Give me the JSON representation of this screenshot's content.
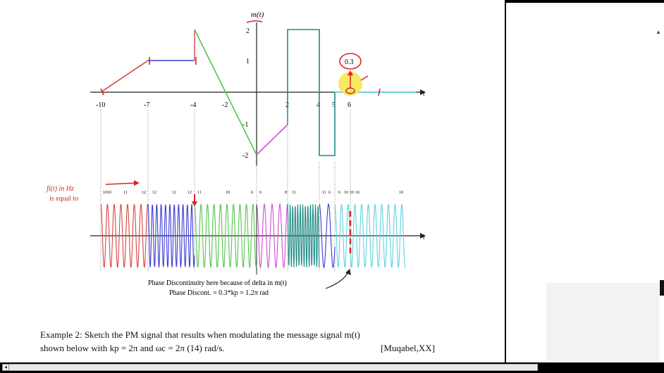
{
  "figure": {
    "y_axis_label": "m(t)",
    "x_axis_label": "t",
    "x_ticks": [
      "-10",
      "-7",
      "-4",
      "-2",
      "2",
      "4",
      "5",
      "6"
    ],
    "y_ticks": [
      "2",
      "1",
      "-1",
      "-2"
    ],
    "circled_value": "0.3",
    "freq_label_line1": "fi(t) in Hz",
    "freq_label_line2": "is equal to",
    "freq_values": [
      "10",
      "10",
      "11",
      "12",
      "12",
      "12",
      "12",
      "11",
      "10",
      "6",
      "6",
      "8",
      "11",
      "11",
      "6",
      "6",
      "10",
      "10",
      "10",
      "10"
    ],
    "pm_axis_label": "t",
    "note_line1": "Phase Discontinuity here because of delta in m(t)",
    "note_line2": "Phase Discont. = 0.3*kp = 1.2π  rad"
  },
  "example": {
    "line1": "Example 2: Sketch the PM signal that results when modulating the message signal m(t)",
    "line2": "shown below with  kp = 2π  and  ωc = 2π (14)  rad/s.",
    "citation": "[Muqabel,XX]"
  },
  "colors": {
    "red": "#d64545",
    "blue": "#3b3bd6",
    "green": "#55c44f",
    "magenta": "#d04ed0",
    "teal": "#1e8b86",
    "cyan": "#5fd3e0",
    "annotation_red": "#e02020",
    "highlight": "#f5e64a"
  }
}
